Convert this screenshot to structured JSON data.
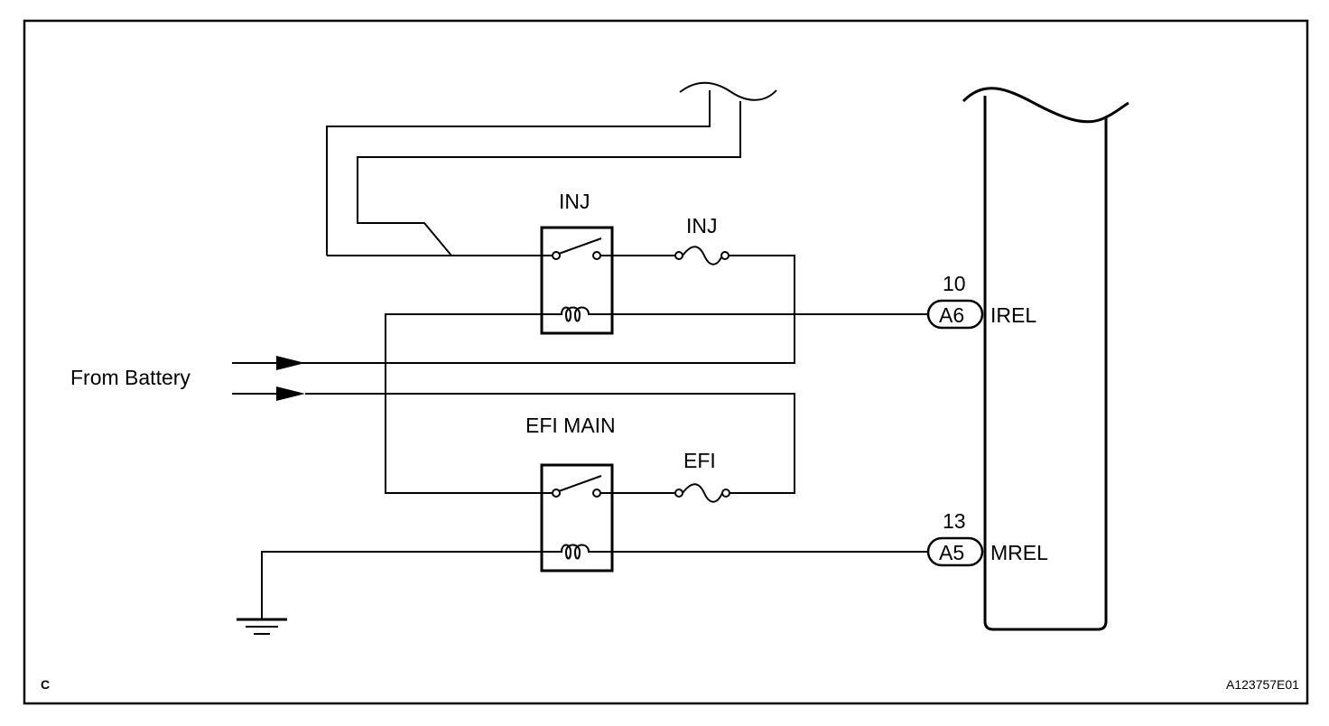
{
  "diagram": {
    "relay_inj_label": "INJ",
    "fuse_inj_label": "INJ",
    "relay_efi_label": "EFI MAIN",
    "fuse_efi_label": "EFI",
    "battery_label": "From Battery",
    "ecu": {
      "pin_irel_number": "10",
      "pin_irel_connector": "A6",
      "pin_irel_name": "IREL",
      "pin_mrel_number": "13",
      "pin_mrel_connector": "A5",
      "pin_mrel_name": "MREL"
    },
    "corner_letter": "C",
    "figure_code": "A123757E01"
  }
}
